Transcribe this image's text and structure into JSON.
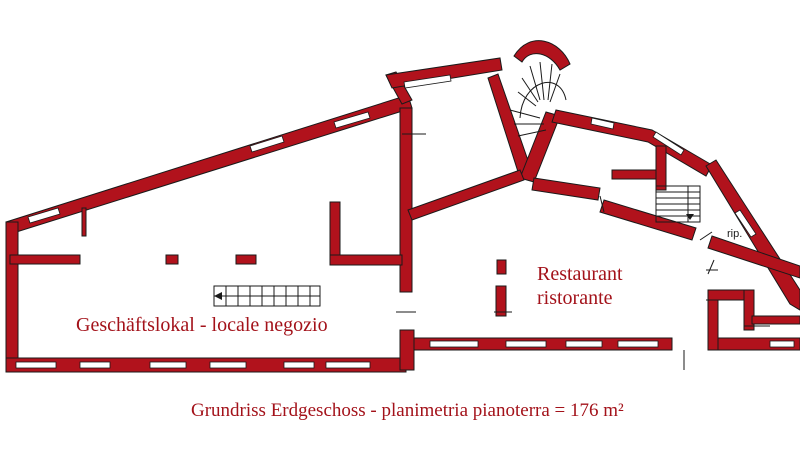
{
  "rooms": {
    "shop": "Geschäftslokal - locale negozio",
    "restaurant_line1": "Restaurant",
    "restaurant_line2": "ristorante"
  },
  "landing_abbrev": "rip.",
  "caption": "Grundriss Erdgeschoss - planimetria pianoterra = 176 m²",
  "colors": {
    "wall": "#b1121c",
    "text": "#a3121a",
    "background": "#ffffff"
  },
  "icons": [
    "staircase-icon",
    "door-swing-icon"
  ]
}
